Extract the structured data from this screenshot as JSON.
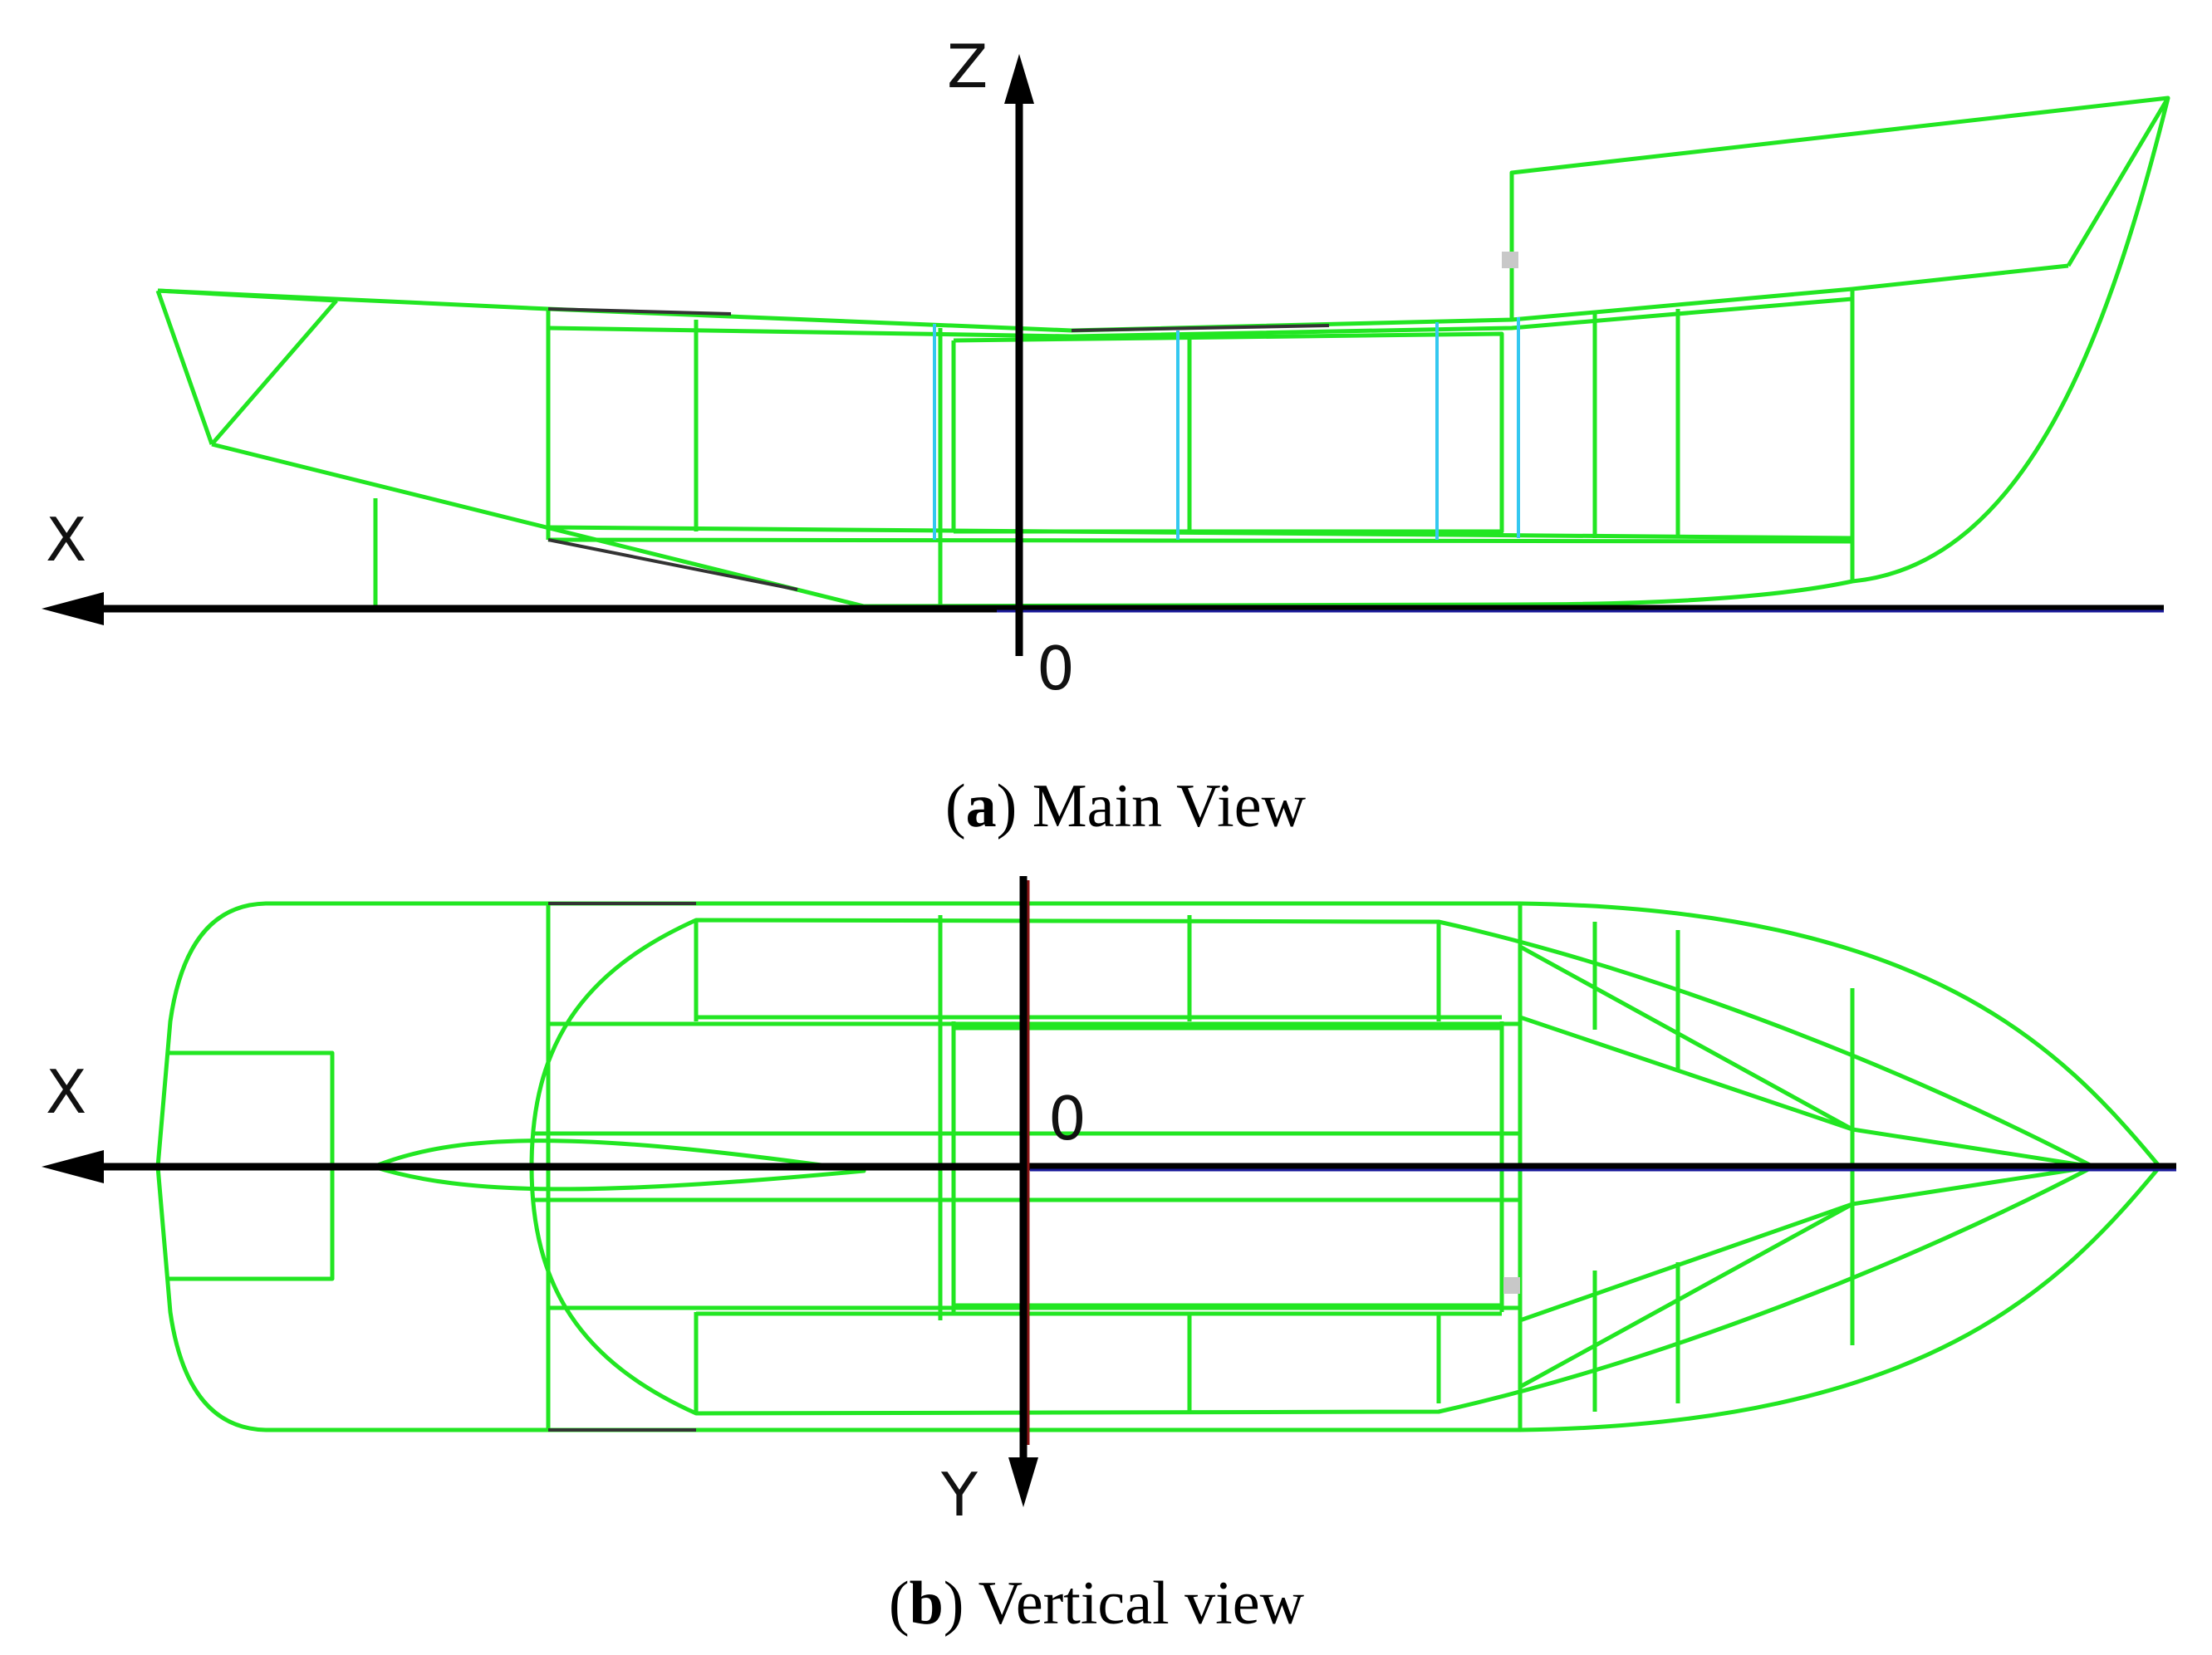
{
  "colors": {
    "hull": "#22e622",
    "axis": "#000000",
    "axis_tint_blue": "#1a1a9a",
    "axis_tint_red": "#8a1515",
    "cyan": "#33c8f0",
    "marker": "#c8c8c8",
    "dark_edge": "#333333"
  },
  "main_view": {
    "axis_z_label": "Z",
    "axis_x_label": "X",
    "origin_label": "0",
    "caption_letter": "a",
    "caption_text": "Main View"
  },
  "vertical_view": {
    "axis_x_label": "X",
    "axis_y_label": "Y",
    "origin_label": "0",
    "caption_letter": "b",
    "caption_text": "Vertical view"
  }
}
